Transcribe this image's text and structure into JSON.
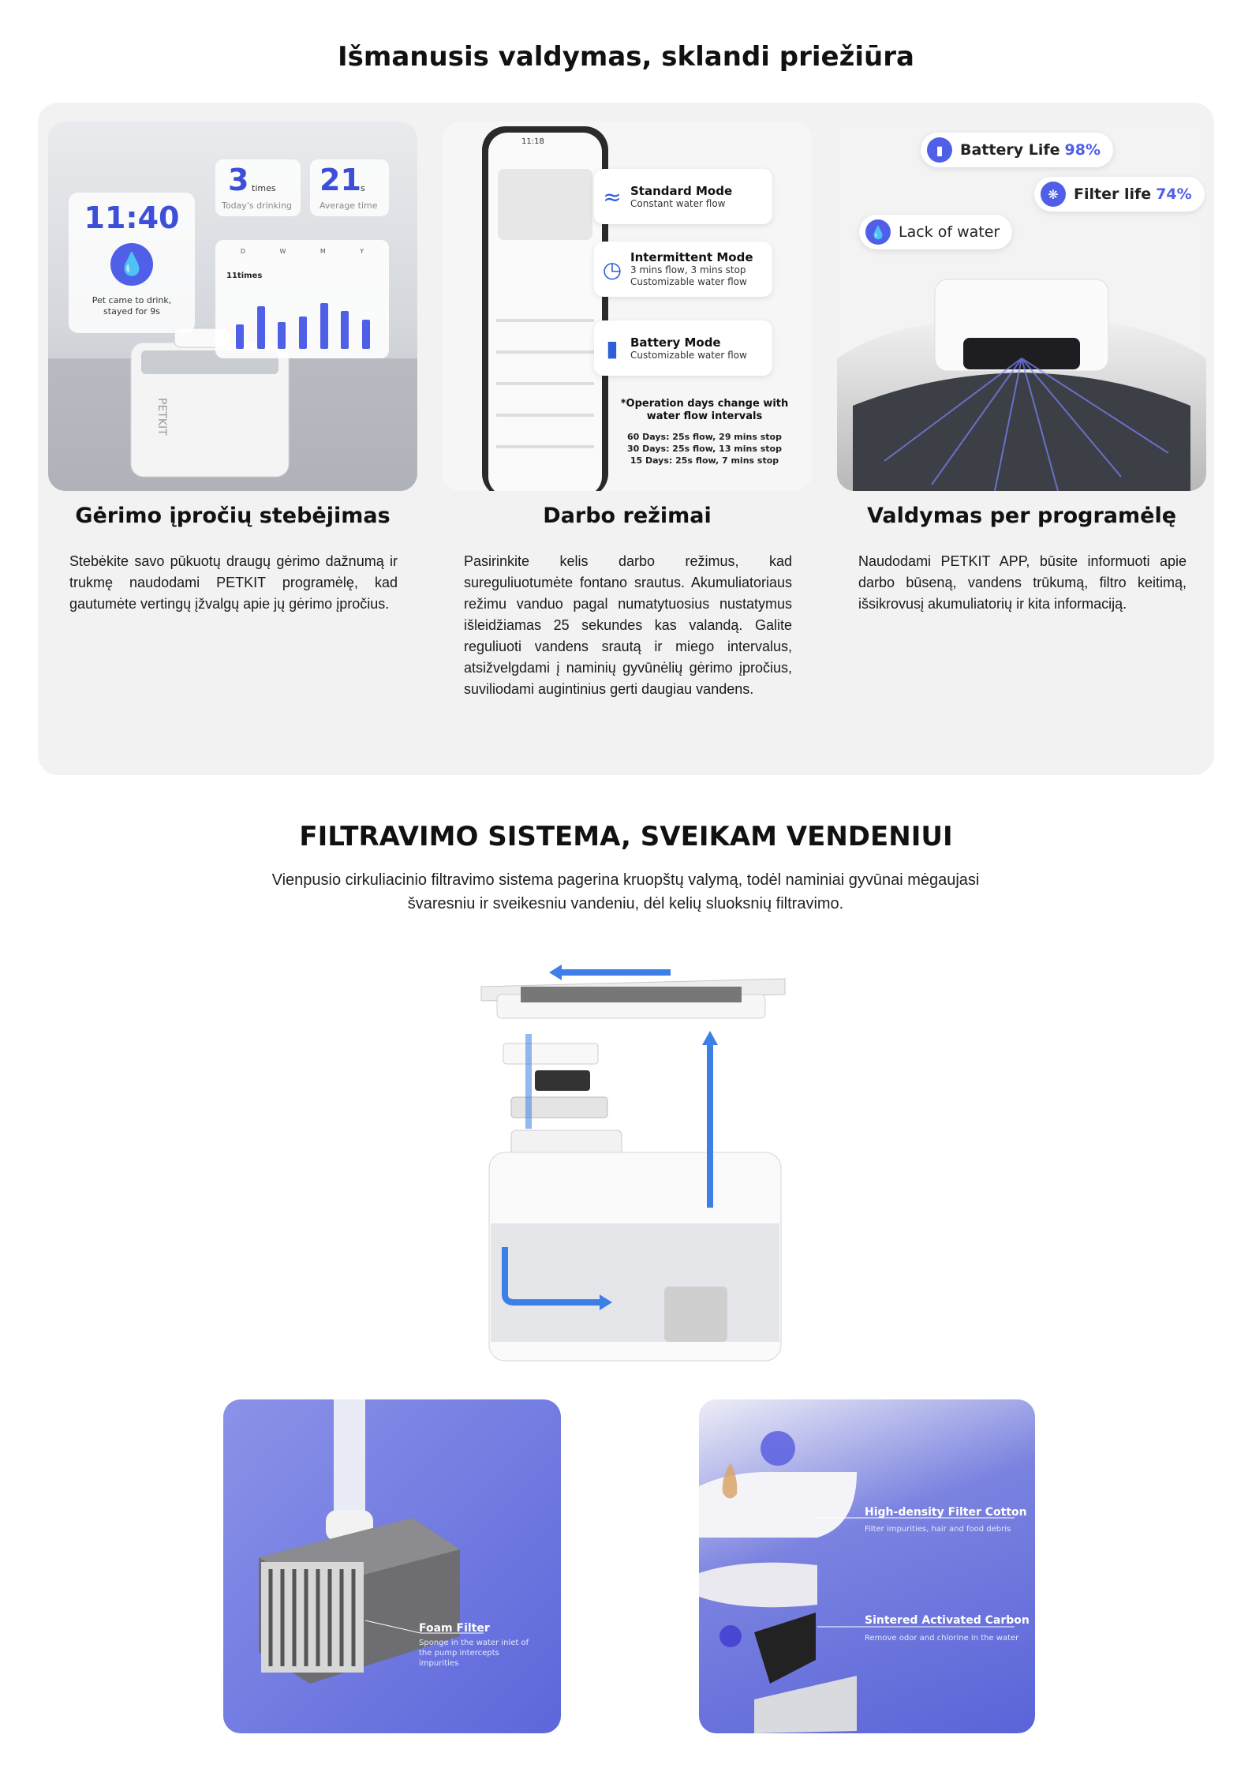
{
  "header": {
    "title": "Išmanusis valdymas, sklandi priežiūra"
  },
  "features": [
    {
      "title": "Gėrimo įpročių stebėjimas",
      "text": "Stebėkite savo pūkuotų draugų gėrimo dažnumą ir trukmę naudodami PETKIT programėlę, kad gautumėte vertingų įžvalgų apie jų gėrimo įpročius.",
      "image": {
        "clock": "11:40",
        "drink_count": "3",
        "drink_unit": "times",
        "drink_label": "Today's drinking",
        "avg_value": "21",
        "avg_unit": "s",
        "avg_label": "Average time",
        "pet_note": "Pet came to drink, stayed for 9s",
        "chart_tabs": [
          "D",
          "W",
          "M",
          "Y"
        ],
        "chart_total": "11times",
        "bar_levels": [
          0.45,
          0.8,
          0.5,
          0.6,
          0.85,
          0.7,
          0.55
        ],
        "brand": "PETKIT"
      }
    },
    {
      "title": "Darbo režimai",
      "text": "Pasirinkite kelis darbo režimus, kad sureguliuotumėte fontano srautus. Akumuliatoriaus režimu vanduo pagal numatytuosius nustatymus išleidžiamas 25 sekundes kas valandą. Galite reguliuoti vandens srautą ir miego intervalus, atsižvelgdami į naminių gyvūnėlių gėrimo įpročius, suviliodami augintinius gerti daugiau vandens.",
      "image": {
        "phone_time": "11:18",
        "modes": [
          {
            "title": "Standard Mode",
            "lines": [
              "Constant water flow"
            ],
            "icon": "water-waves-icon"
          },
          {
            "title": "Intermittent Mode",
            "lines": [
              "3 mins flow, 3 mins stop",
              "Customizable water flow"
            ],
            "icon": "clock-icon"
          },
          {
            "title": "Battery Mode",
            "lines": [
              "Customizable water flow"
            ],
            "icon": "battery-icon"
          }
        ],
        "note_title": "*Operation days change with water flow intervals",
        "note_lines": [
          "60 Days: 25s flow, 29 mins stop",
          "30 Days: 25s flow, 13 mins stop",
          "15 Days: 25s flow, 7 mins stop"
        ]
      }
    },
    {
      "title": "Valdymas per programėlę",
      "text": "Naudodami PETKIT APP, būsite informuoti apie darbo būseną, vandens trūkumą, filtro keitimą, išsikrovusį akumuliatorių ir kita informaciją.",
      "image": {
        "battery_label": "Battery Life",
        "battery_pct": "98%",
        "filter_label": "Filter life",
        "filter_pct": "74%",
        "water_label": "Lack of water"
      }
    }
  ],
  "filtration": {
    "title": "FILTRAVIMO SISTEMA, SVEIKAM VENDENIUI",
    "text": "Vienpusio cirkuliacinio filtravimo sistema pagerina kruopštų valymą, todėl naminiai gyvūnai mėgaujasi švaresniu ir sveikesniu vandeniu, dėl kelių sluoksnių filtravimo.",
    "foam": {
      "title": "Foam Filter",
      "sub": "Sponge in the water inlet of the pump intercepts impurities"
    },
    "cotton": {
      "title": "High-density Filter Cotton",
      "sub": "Filter impurities, hair and food debris"
    },
    "carbon": {
      "title": "Sintered Activated Carbon",
      "sub": "Remove odor and chlorine in the water"
    }
  },
  "colors": {
    "accent": "#4f5fe8",
    "panel": "#f2f2f2",
    "arrow": "#3d7fe6"
  }
}
